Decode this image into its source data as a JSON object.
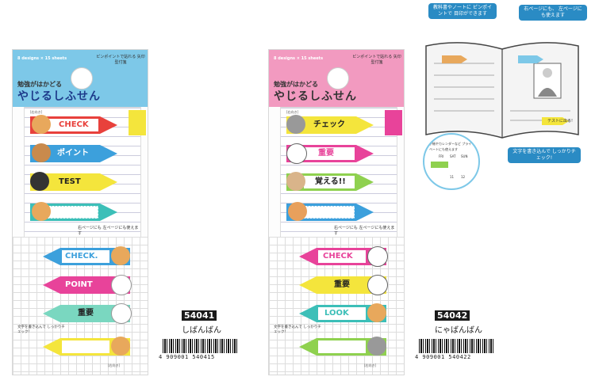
{
  "products": [
    {
      "count_label": "8 designs × 15 sheets",
      "lead": "勉強がはかどる",
      "title": "やじるしふせん",
      "header_note": "ピンポイントで貼れる 矢印型付箋",
      "tag_label": "[右向き]",
      "tags_top": [
        "CHECK",
        "ポイント",
        "TEST",
        ""
      ],
      "mid_note": "右ページにも 左ページにも使えます",
      "tags_bottom": [
        "CHECK.",
        "POINT",
        "重要",
        ""
      ],
      "instruction": "文字を書き込んで しっかりチェック!",
      "tag_label_bottom": "[右向き]",
      "code": "54041",
      "name": "しばんばん",
      "barcode": "4 909001 540415"
    },
    {
      "count_label": "8 designs × 15 sheets",
      "lead": "勉強がはかどる",
      "title": "やじるしふせん",
      "header_note": "ピンポイントで貼れる 矢印型付箋",
      "tag_label": "[右向き]",
      "tags_top": [
        "チェック",
        "重要",
        "覚える!!",
        ""
      ],
      "mid_note": "右ページにも 左ページにも使えます",
      "tags_bottom": [
        "CHECK",
        "重要",
        "LOOK",
        ""
      ],
      "instruction": "文字を書き込んで しっかりチェック!",
      "tag_label_bottom": "[右向き]",
      "code": "54042",
      "name": "にゃばんばん",
      "barcode": "4 909001 540422"
    }
  ],
  "illustration": {
    "callout_top_left": "教科書やノートに ピンポイントで 目印ができます",
    "callout_top_right": "右ページにも、 左ページにも使えます",
    "circle_note": "手帳やカレンダーなど プライベートにも使えます",
    "calendar_days": [
      "FRI",
      "SAT",
      "SUN"
    ],
    "calendar_nums": [
      "11",
      "12"
    ],
    "callout_bottom": "文字を書き込んで しっかりチェック!",
    "tag_text": "テストに出る!"
  },
  "colors": {
    "dog_header": "#7dc8e8",
    "cat_header": "#f29ac0",
    "tag_red": "#e8413c",
    "tag_blue": "#3ca0dc",
    "tag_yellow": "#f4e53c",
    "tag_teal": "#3cbfb8",
    "tag_pink": "#e8439a",
    "tag_mint": "#7ad7c0",
    "tag_green": "#8fd14f"
  }
}
